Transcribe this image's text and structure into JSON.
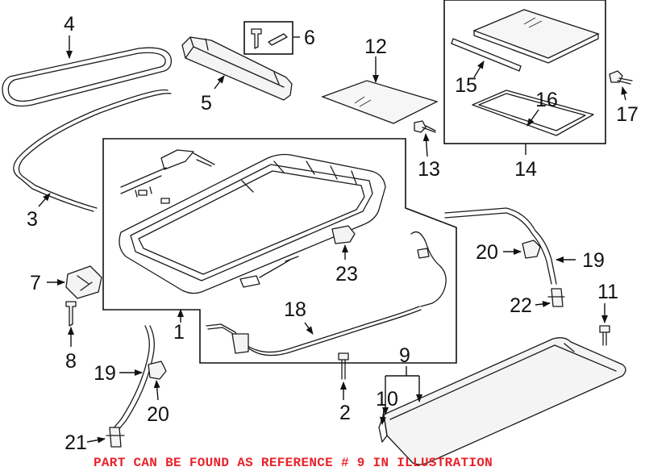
{
  "diagram": {
    "callouts": {
      "c1": "1",
      "c2": "2",
      "c3": "3",
      "c4": "4",
      "c5": "5",
      "c6": "6",
      "c7": "7",
      "c8": "8",
      "c9": "9",
      "c10": "10",
      "c11": "11",
      "c12": "12",
      "c13": "13",
      "c14": "14",
      "c15": "15",
      "c16": "16",
      "c17": "17",
      "c18": "18",
      "c19a": "19",
      "c19b": "19",
      "c20a": "20",
      "c20b": "20",
      "c21": "21",
      "c22": "22",
      "c23": "23"
    },
    "footer_note": "PART CAN BE FOUND AS REFERENCE # 9 IN ILLUSTRATION",
    "colors": {
      "ink": "#111111",
      "note": "#e8232a"
    }
  }
}
